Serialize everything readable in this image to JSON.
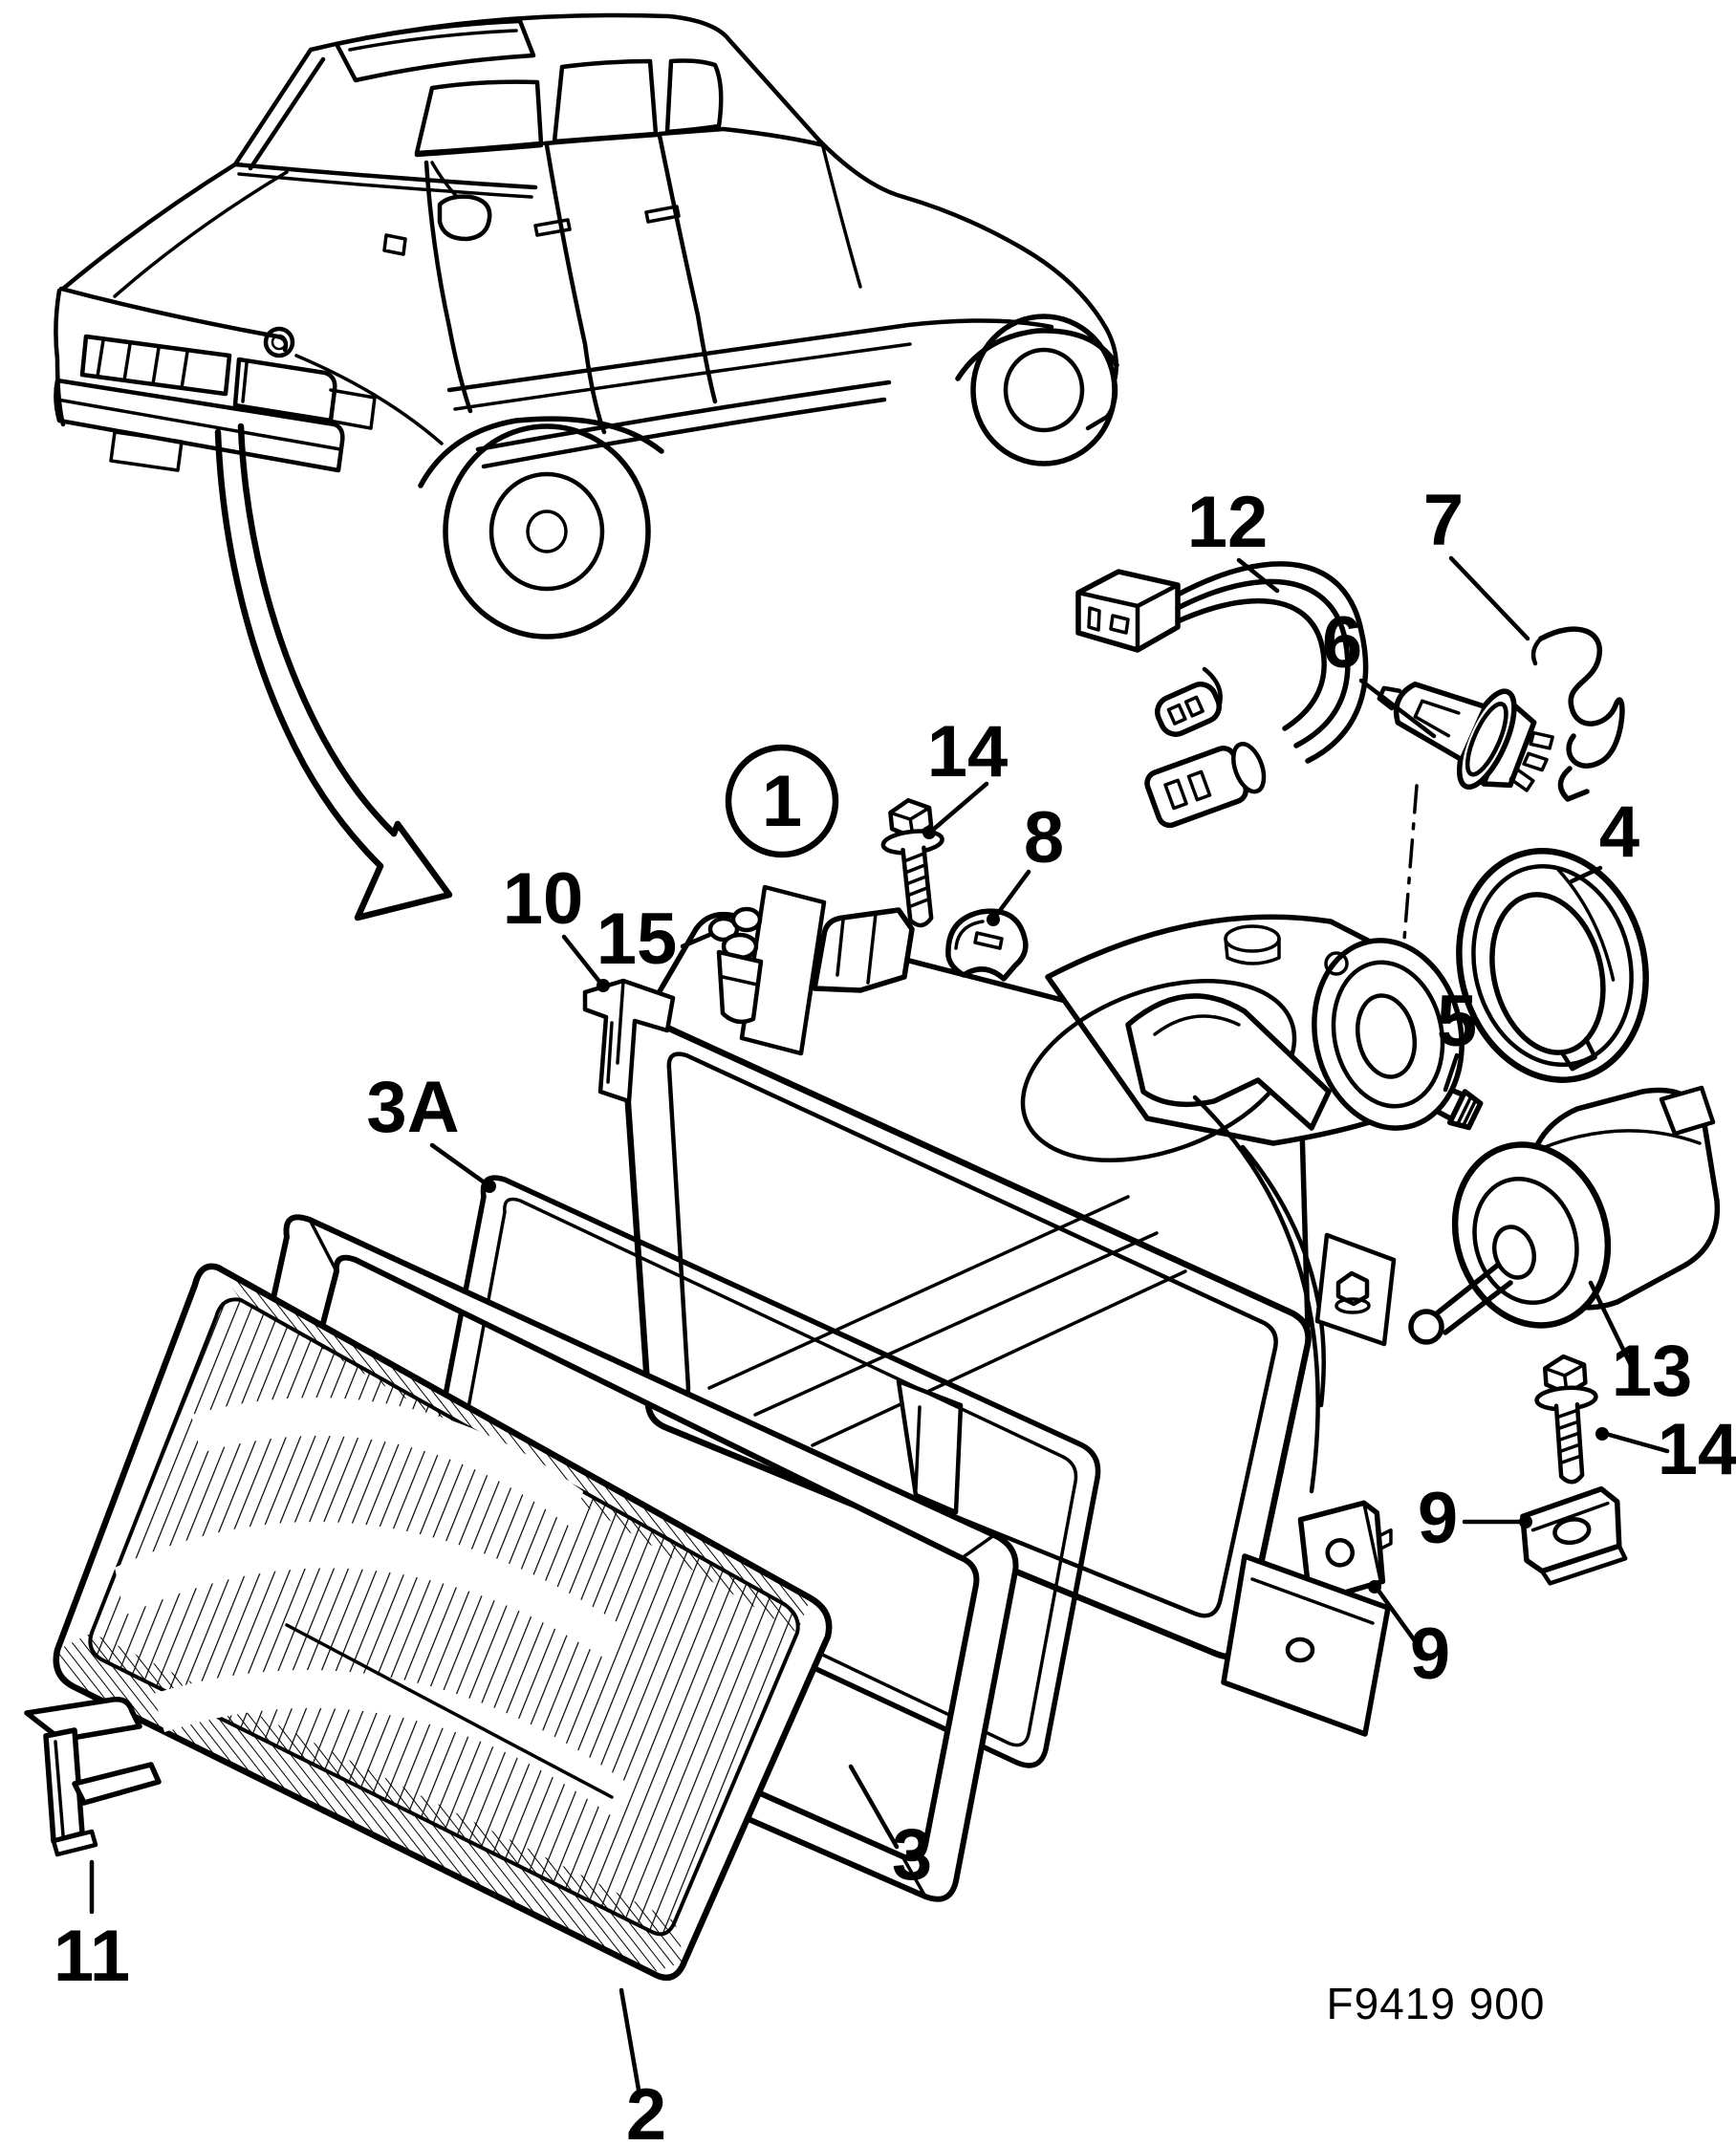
{
  "figure": {
    "code": "F9419 900"
  },
  "diagram": {
    "subject": "headlamp-assembly-exploded-view",
    "vehicle_view": "car-front-three-quarter-outline"
  },
  "colors": {
    "ink": "#000000",
    "paper": "#ffffff"
  },
  "callouts": {
    "c1": {
      "text": "1",
      "circled": true
    },
    "c2": {
      "text": "2"
    },
    "c3": {
      "text": "3"
    },
    "c3a": {
      "text": "3A"
    },
    "c4": {
      "text": "4"
    },
    "c5": {
      "text": "5"
    },
    "c6": {
      "text": "6"
    },
    "c7": {
      "text": "7"
    },
    "c8": {
      "text": "8"
    },
    "c9a": {
      "text": "9"
    },
    "c9b": {
      "text": "9"
    },
    "c10": {
      "text": "10"
    },
    "c11": {
      "text": "11"
    },
    "c12": {
      "text": "12"
    },
    "c13": {
      "text": "13"
    },
    "c14a": {
      "text": "14"
    },
    "c14b": {
      "text": "14"
    },
    "c15": {
      "text": "15"
    }
  }
}
